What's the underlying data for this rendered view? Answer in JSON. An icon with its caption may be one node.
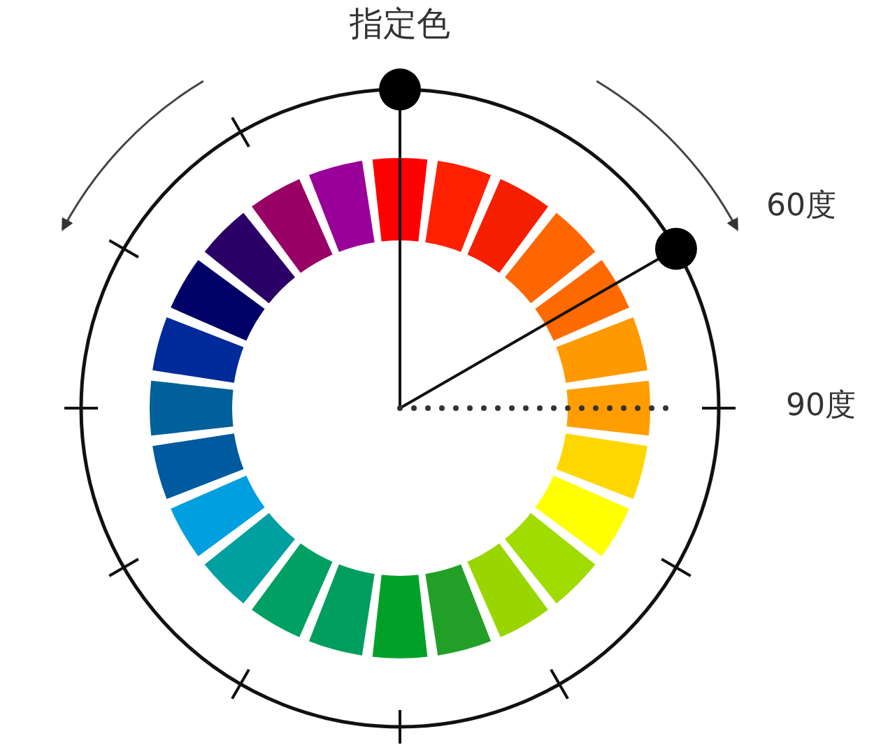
{
  "diagram": {
    "labels": [
      "指定色",
      "60度",
      "90度"
    ]
  }
}
